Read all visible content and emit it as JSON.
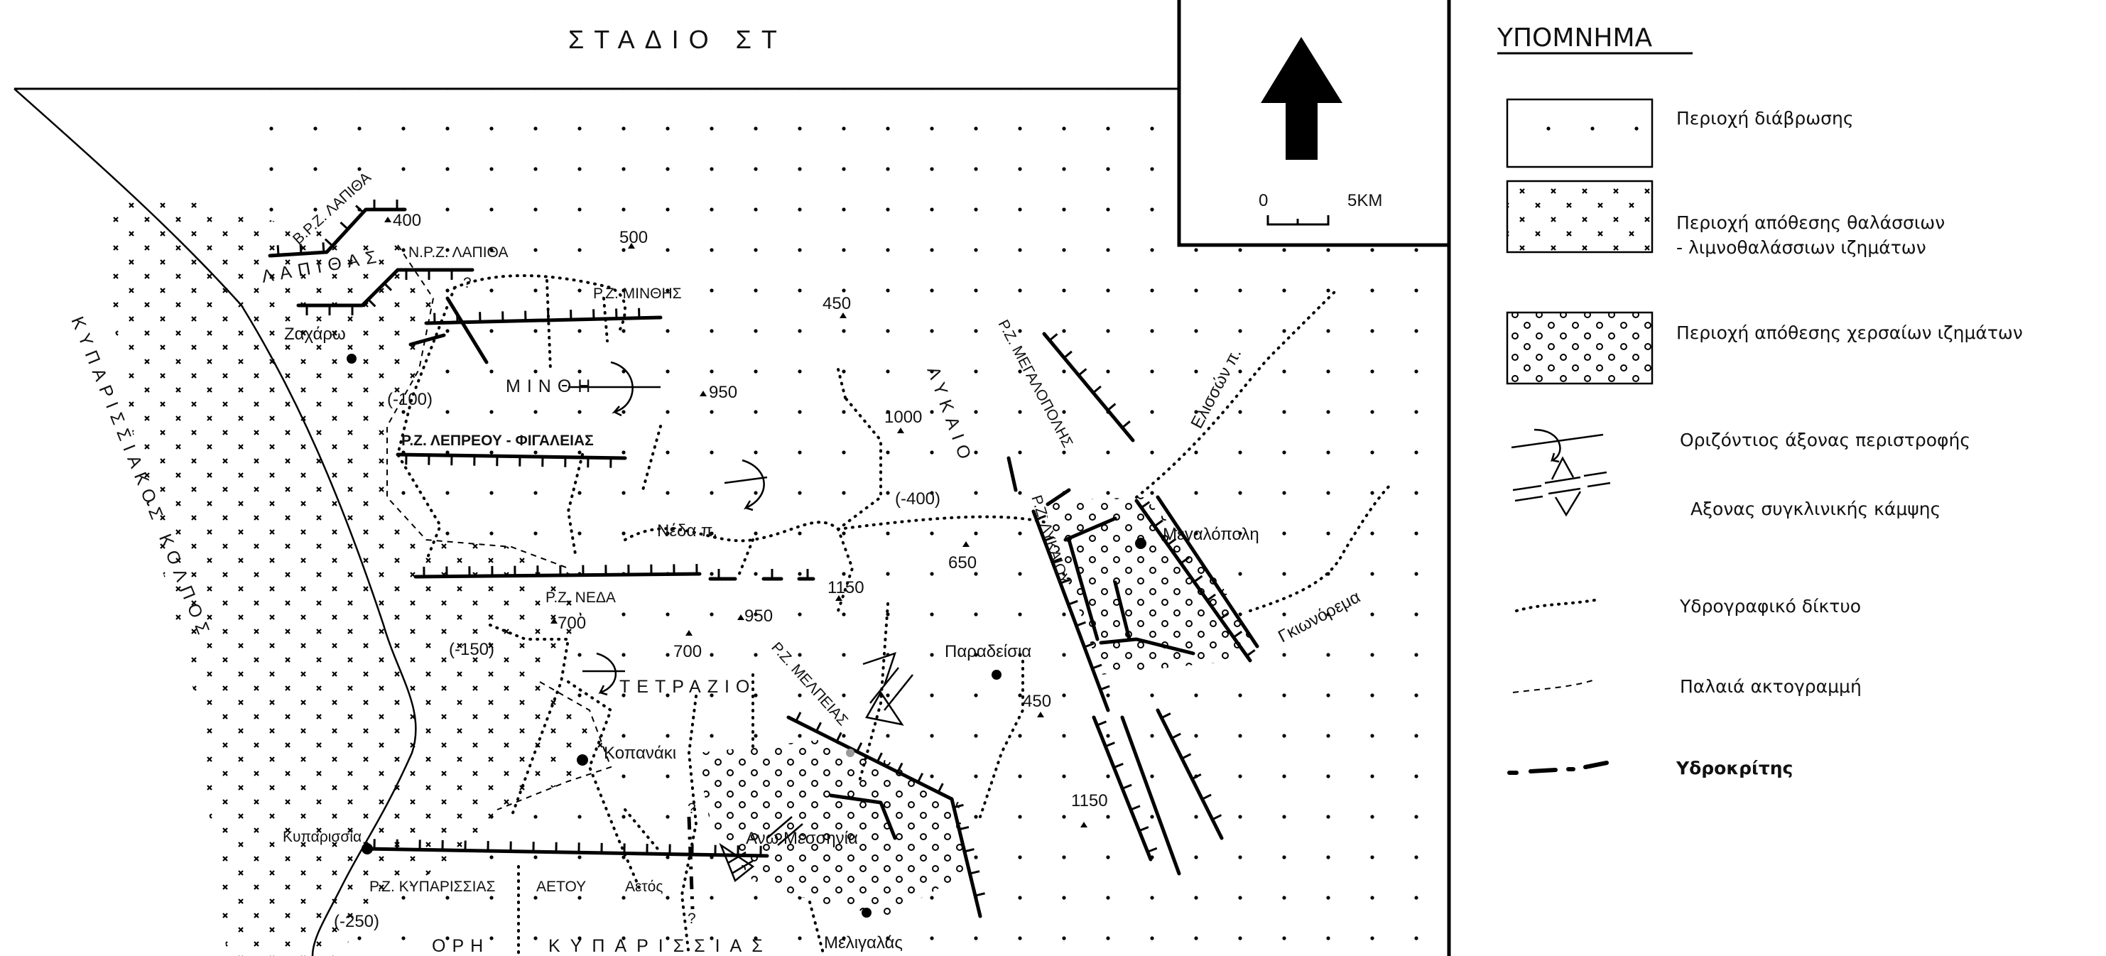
{
  "title": "ΣΤΑΔΙΟ ΣΤ",
  "north_arrow": {
    "icon": "north-arrow-icon"
  },
  "scale": {
    "start": "0",
    "end": "5KM"
  },
  "legend": {
    "title": "ΥΠΟΜΝΗΜΑ",
    "items": [
      {
        "label": "Περιοχή διάβρωσης"
      },
      {
        "label": "Περιοχή απόθεσης θαλάσσιων",
        "label2": "- λιμνοθαλάσσιων ιζημάτων"
      },
      {
        "label": "Περιοχή απόθεσης χερσαίων ιζημάτων"
      },
      {
        "label": "Οριζόντιος άξονας περιστροφής"
      },
      {
        "label": "Αξονας συγκλινικής κάμψης"
      },
      {
        "label": "Υδρογραφικό δίκτυο"
      },
      {
        "label": "Παλαιά ακτογραμμή"
      },
      {
        "label": "Υδροκρίτης"
      }
    ]
  },
  "map": {
    "gulf": "ΚΥΠΑΡΙΣΣΙΑΚΟΣ ΚΟΛΠΟΣ",
    "faults": {
      "b_lapitha": "Β.Ρ.Ζ. ΛΑΠΙΘΑ",
      "n_lapitha": "Ν.Ρ.Ζ. ΛΑΠΙΘΑ",
      "minthis": "Ρ.Ζ. ΜΙΝΘΗΣ",
      "lepreou": "Ρ.Ζ. ΛΕΠΡΕΟΥ - ΦΙΓΑΛΕΙΑΣ",
      "megalopolis": "Ρ.Ζ. ΜΕΓΑΛΟΠΟΛΗΣ",
      "lykaiou": "Ρ.Ζ. ΛΥΚΑΙΟΥ",
      "neda": "Ρ.Ζ. ΝΕΔΑ",
      "melpeias": "Ρ.Ζ. ΜΕΛΠΕΙΑΣ",
      "kyparissias": "Ρ.Ζ. ΚΥΠΑΡΙΣΣΙΑΣ",
      "aetou": "ΑΕΤΟΥ"
    },
    "mountains": {
      "lapithas": "ΛΑΠΙΘΑΣ",
      "minthi": "ΜΙΝΘΗ",
      "lykaio": "ΛΥΚΑΙΟ",
      "tetrazio": "ΤΕΤΡΑΖΙΟ",
      "ori": "ΟΡΗ",
      "kyparissias": "ΚΥΠΑΡΙΣΣΙΑΣ"
    },
    "rivers": {
      "neda": "Νέδα  π.",
      "elisson": "Ελισσών  π.",
      "gkionorema": "Γκιωνόρεμα"
    },
    "towns": {
      "zacharo": "Ζαχάρω",
      "megalopoli": "Μεγαλόπολη",
      "paradeisia": "Παραδείσια",
      "kopanaki": "Κοπανάκι",
      "kyparissia": "Κυπαρισσία",
      "ano_messinia": "Ανω Μεσσηνία",
      "aetos": "Αετός",
      "meligalas": "Μελιγαλάς"
    },
    "elevations": {
      "e400": "400",
      "e500": "500",
      "e450a": "450",
      "e950a": "950",
      "e1000": "1000",
      "e650": "650",
      "e1150a": "1150",
      "e700a": "700",
      "e950b": "950",
      "e700b": "700",
      "e450b": "450",
      "e1150b": "1150"
    },
    "depths": {
      "d100": "(-100)",
      "d400": "(-400)",
      "d150": "(-150)",
      "d250": "(-250)"
    },
    "uncertain": "?"
  }
}
